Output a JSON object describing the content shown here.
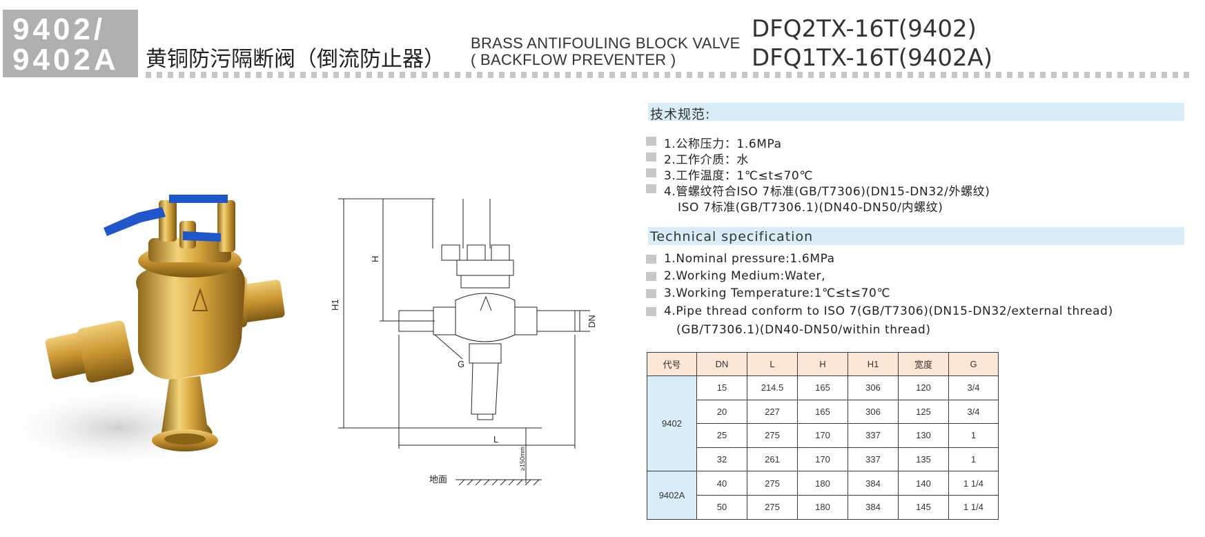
{
  "header": {
    "model_line1": "9402/",
    "model_line2": "9402A",
    "title_cn": "黄铜防污隔断阀（倒流防止器）",
    "title_en_line1": "BRASS ANTIFOULING BLOCK VALVE",
    "title_en_line2": "( BACKFLOW PREVENTER )",
    "model_code1": "DFQ2TX-16T(9402)",
    "model_code2": "DFQ1TX-16T(9402A)"
  },
  "drawing": {
    "label_h1": "H1",
    "label_h": "H",
    "label_dn": "DN",
    "label_g": "G",
    "label_l": "L",
    "label_clearance": "≥150mm",
    "label_ground": "地面"
  },
  "spec_cn": {
    "title": "技术规范:",
    "items": [
      "1.公称压力：1.6MPa",
      "2.工作介质：水",
      "3.工作温度：1℃≤t≤70℃",
      "4.管螺纹符合ISO 7标准(GB/T7306)(DN15-DN32/外螺纹)",
      "ISO 7标准(GB/T7306.1)(DN40-DN50/内螺纹)"
    ]
  },
  "spec_en": {
    "title": "Technical specification",
    "items": [
      "1.Nominal pressure:1.6MPa",
      "2.Working Medium:Water,",
      "3.Working Temperature:1℃≤t≤70℃",
      "4.Pipe thread conform to ISO 7(GB/T7306)(DN15-DN32/external thread)",
      "(GB/T7306.1)(DN40-DN50/within thread)"
    ]
  },
  "table": {
    "headers": [
      "代号",
      "DN",
      "L",
      "H",
      "H1",
      "宽度",
      "G"
    ],
    "groups": [
      {
        "model": "9402",
        "rows": [
          [
            "15",
            "214.5",
            "165",
            "306",
            "120",
            "3/4"
          ],
          [
            "20",
            "227",
            "165",
            "306",
            "125",
            "3/4"
          ],
          [
            "25",
            "275",
            "170",
            "337",
            "130",
            "1"
          ],
          [
            "32",
            "261",
            "170",
            "337",
            "135",
            "1"
          ]
        ]
      },
      {
        "model": "9402A",
        "rows": [
          [
            "40",
            "275",
            "180",
            "384",
            "140",
            "1 1/4"
          ],
          [
            "50",
            "275",
            "180",
            "384",
            "145",
            "1 1/4"
          ]
        ]
      }
    ]
  },
  "colors": {
    "accent_blue_bar": "#d9edf8",
    "header_gray": "#b0b0b0",
    "table_header": "#fce6d5",
    "brass": "#d4a53c",
    "handle_blue": "#1f56c9"
  }
}
